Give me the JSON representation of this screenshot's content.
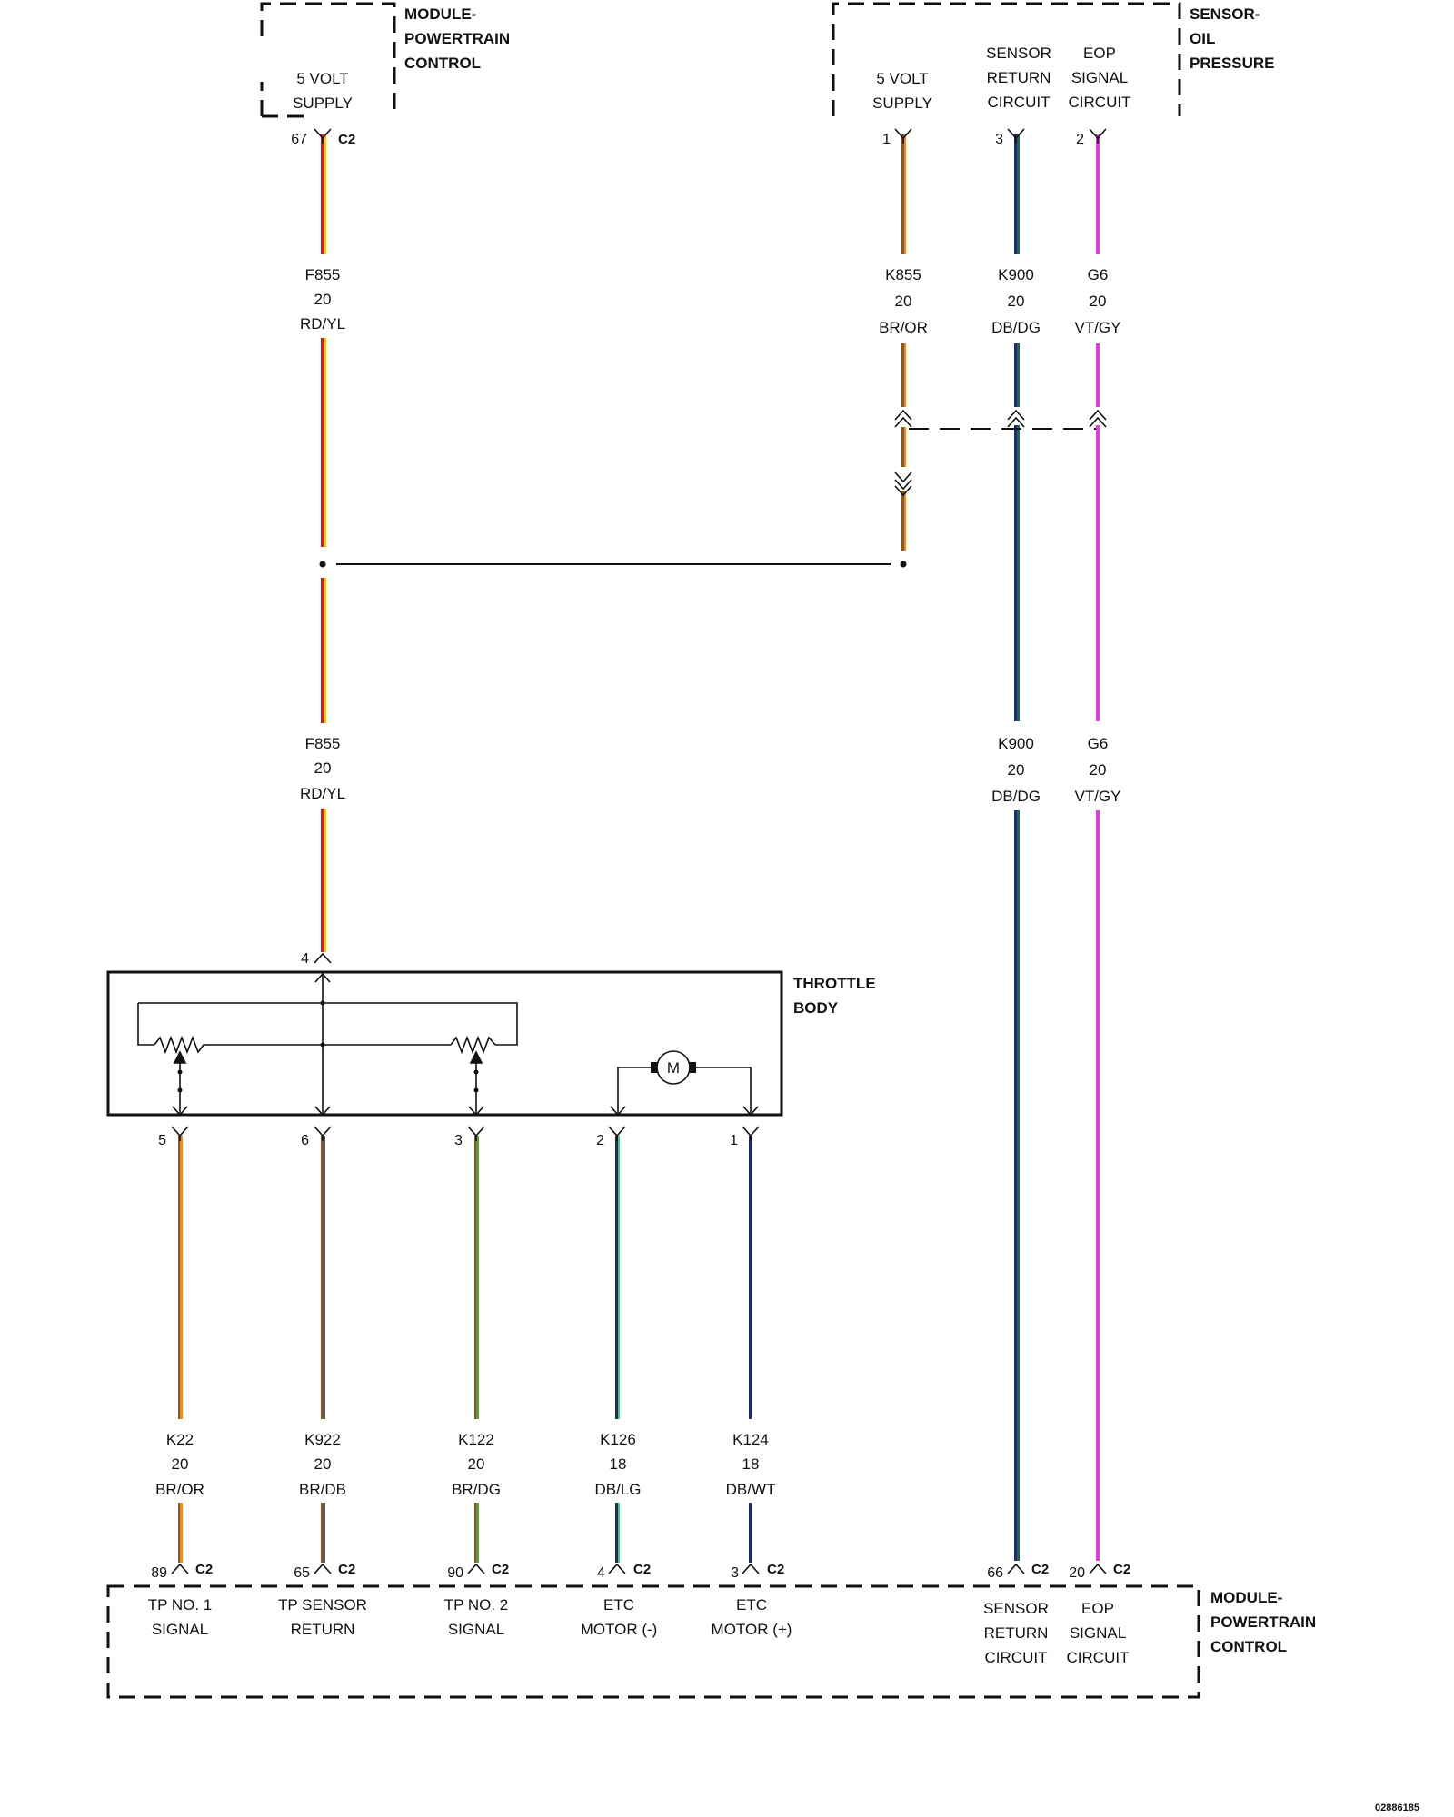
{
  "components": {
    "pcm_top": {
      "title": [
        "MODULE-",
        "POWERTRAIN",
        "CONTROL"
      ],
      "pin_label": [
        "5 VOLT",
        "SUPPLY"
      ]
    },
    "oil_sensor": {
      "title": [
        "SENSOR-",
        "OIL",
        "PRESSURE"
      ],
      "pin_labels": [
        [
          "5 VOLT",
          "SUPPLY"
        ],
        [
          "SENSOR",
          "RETURN",
          "CIRCUIT"
        ],
        [
          "EOP",
          "SIGNAL",
          "CIRCUIT"
        ]
      ]
    },
    "throttle_body": {
      "title": [
        "THROTTLE",
        "BODY"
      ],
      "motor": "M"
    },
    "pcm_bottom": {
      "title": [
        "MODULE-",
        "POWERTRAIN",
        "CONTROL"
      ],
      "pin_labels": [
        [
          "TP NO. 1",
          "SIGNAL"
        ],
        [
          "TP SENSOR",
          "RETURN"
        ],
        [
          "TP NO. 2",
          "SIGNAL"
        ],
        [
          "ETC",
          "MOTOR (-)"
        ],
        [
          "ETC",
          "MOTOR (+)"
        ],
        [
          "SENSOR",
          "RETURN",
          "CIRCUIT"
        ],
        [
          "EOP",
          "SIGNAL",
          "CIRCUIT"
        ]
      ]
    }
  },
  "pins": {
    "pcm_top": {
      "num": "67",
      "conn": "C2"
    },
    "oil_sensor": [
      "1",
      "3",
      "2"
    ],
    "throttle_top": "4",
    "throttle_bottom": [
      "5",
      "6",
      "3",
      "2",
      "1"
    ],
    "pcm_bottom": [
      {
        "num": "89",
        "conn": "C2"
      },
      {
        "num": "65",
        "conn": "C2"
      },
      {
        "num": "90",
        "conn": "C2"
      },
      {
        "num": "4",
        "conn": "C2"
      },
      {
        "num": "3",
        "conn": "C2"
      },
      {
        "num": "66",
        "conn": "C2"
      },
      {
        "num": "20",
        "conn": "C2"
      }
    ]
  },
  "wires": {
    "f855_upper": [
      "F855",
      "20",
      "RD/YL"
    ],
    "f855_lower": [
      "F855",
      "20",
      "RD/YL"
    ],
    "k855": [
      "K855",
      "20",
      "BR/OR"
    ],
    "k900_upper": [
      "K900",
      "20",
      "DB/DG"
    ],
    "k900_lower": [
      "K900",
      "20",
      "DB/DG"
    ],
    "g6_upper": [
      "G6",
      "20",
      "VT/GY"
    ],
    "g6_lower": [
      "G6",
      "20",
      "VT/GY"
    ],
    "k22": [
      "K22",
      "20",
      "BR/OR"
    ],
    "k922": [
      "K922",
      "20",
      "BR/DB"
    ],
    "k122": [
      "K122",
      "20",
      "BR/DG"
    ],
    "k126": [
      "K126",
      "18",
      "DB/LG"
    ],
    "k124": [
      "K124",
      "18",
      "DB/WT"
    ]
  },
  "wire_colors": {
    "red": "#e8160f",
    "yellow": "#f5c316",
    "brown": "#8a5a12",
    "orange": "#f08a1a",
    "dark_blue": "#1b2a7a",
    "dark_green": "#1f6b3a",
    "violet": "#e33ae3",
    "gray": "#c8a2c8",
    "light_green": "#3ed06a",
    "white": "#ffffff",
    "db_stripe": "#5a5a8a"
  },
  "doc_number": "02886185"
}
